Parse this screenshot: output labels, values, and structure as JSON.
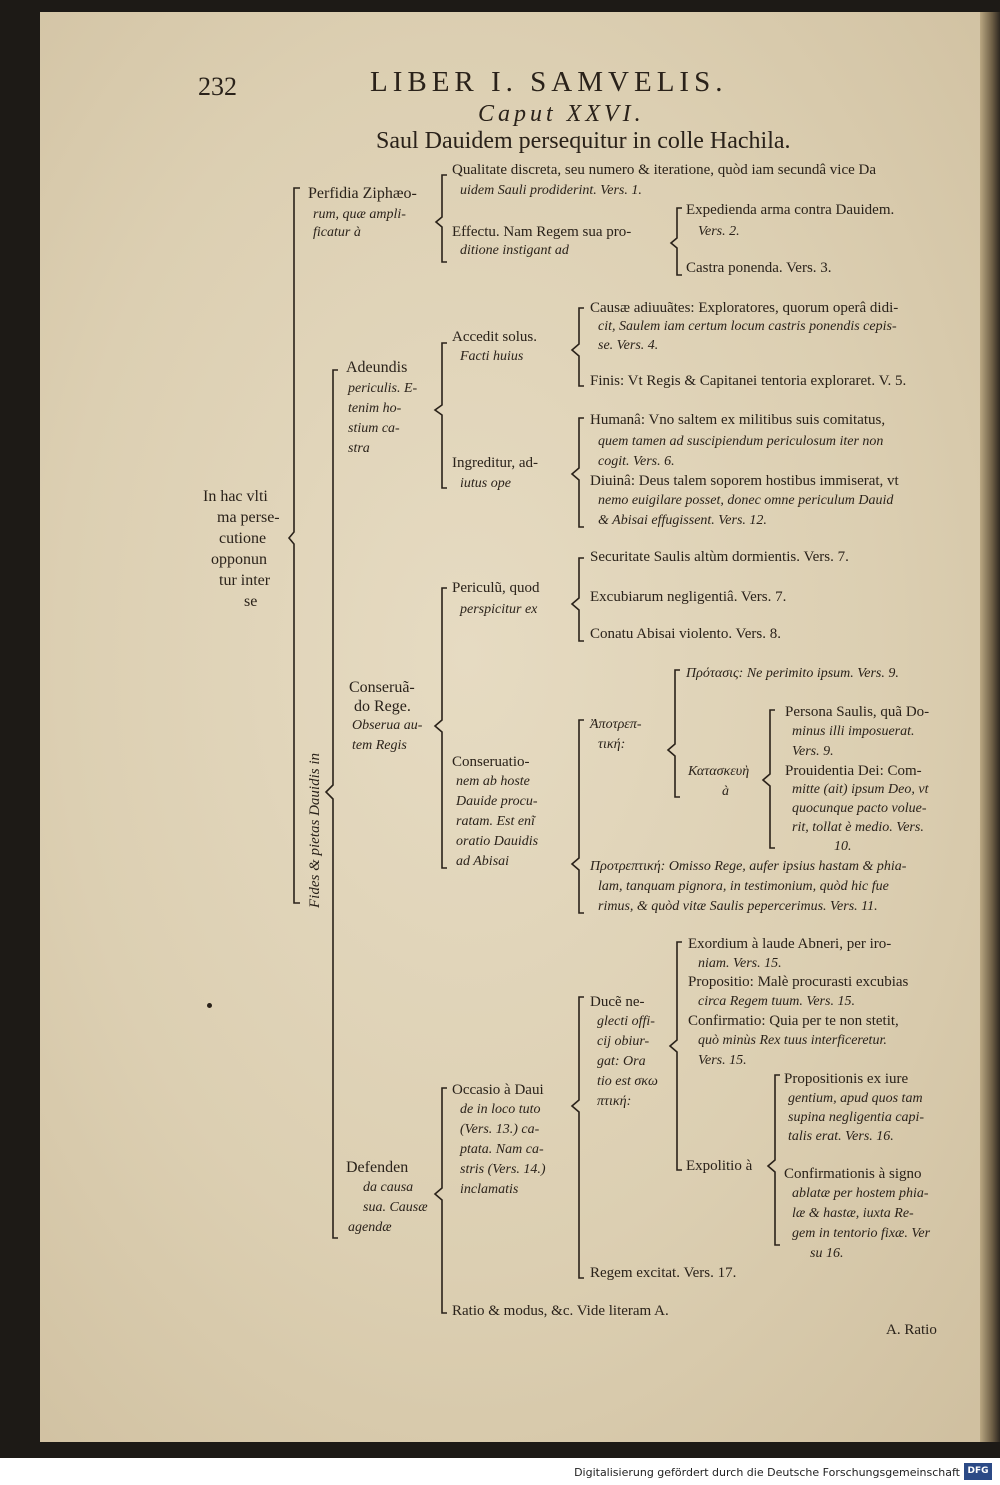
{
  "header": {
    "page_number": "232",
    "running_title": "LIBER I. SAMVELIS.",
    "chapter": "Caput XXVI.",
    "summary": "Saul Dauidem persequitur in colle Hachila."
  },
  "root": [
    "In hac vlti",
    "ma perse-",
    "cutione",
    "opponun",
    "tur inter",
    "se"
  ],
  "side_label": "Fides & pietas Dauidis in",
  "perfidia": {
    "label": [
      "Perfidia Ziphæo-",
      "rum, quæ ampli-",
      "ficatur à"
    ],
    "qualitate": [
      "Qualitate discreta, seu numero & iteratione, quòd iam secundâ vice Da",
      "uidem Sauli prodiderint. Vers. 1."
    ],
    "effectu": [
      "Effectu. Nam Regem sua pro-",
      "ditione instigant ad"
    ],
    "expedienda": [
      "Expedienda arma contra Dauidem.",
      "Vers. 2."
    ],
    "castra": "Castra ponenda. Vers. 3."
  },
  "adeundis": {
    "label": [
      "Adeundis",
      "periculis. E-",
      "tenim ho-",
      "stium ca-",
      "stra"
    ],
    "accedit": [
      "Accedit solus.",
      "Facti huius"
    ],
    "causae": [
      "Causæ adiuuãtes: Exploratores, quorum operâ didi-",
      "cit, Saulem iam certum locum castris ponendis cepis-",
      "se. Vers. 4."
    ],
    "finis": "Finis: Vt Regis & Capitanei tentoria exploraret. V. 5.",
    "ingreditur": [
      "Ingreditur, ad-",
      "iutus ope"
    ],
    "humana": [
      "Humanâ: Vno saltem ex militibus suis comitatus,",
      "quem tamen ad suscipiendum periculosum iter non",
      "cogit. Vers. 6."
    ],
    "diuina": [
      "Diuinâ: Deus talem soporem hostibus immiserat, vt",
      "nemo euigilare posset, donec omne periculum Dauid",
      "& Abisai effugissent. Vers. 12."
    ]
  },
  "conseruando": {
    "label": [
      "Conseruã-",
      "do Rege.",
      "Obserua au-",
      "tem Regis"
    ],
    "periculu": [
      "Periculũ, quod",
      "perspicitur ex"
    ],
    "securitate": "Securitate Saulis altùm dormientis. Vers. 7.",
    "excubiarum": "Excubiarum negligentiâ. Vers. 7.",
    "conatu": "Conatu Abisai violento. Vers. 8.",
    "conseruationem": [
      "Conseruatio-",
      "nem ab hoste",
      "Dauide procu-",
      "ratam. Est enĩ",
      "oratio Dauidis",
      "ad Abisai"
    ],
    "apotrope": [
      "Ἀποτρεπ-",
      "τική:"
    ],
    "protasis": "Πρότασις: Ne perimito ipsum. Vers. 9.",
    "kataskeue": [
      "Κατασκευὴ",
      "à"
    ],
    "persona": [
      "Persona Saulis, quã Do-",
      "minus illi imposuerat.",
      "Vers. 9."
    ],
    "prouidentia": [
      "Prouidentia Dei: Com-",
      "mitte (ait) ipsum Deo, vt",
      "quocunque pacto volue-",
      "rit, tollat è medio. Vers.",
      "10."
    ],
    "protreptike": [
      "Προτρεπτική: Omisso Rege, aufer ipsius hastam & phia-",
      "lam, tanquam pignora, in testimonium, quòd hic fue",
      "rimus, & quòd vitæ Saulis pepercerimus. Vers. 11."
    ]
  },
  "defendenda": {
    "label": [
      "Defenden",
      "da causa",
      "sua. Causæ",
      "agendæ"
    ],
    "occasio": [
      "Occasio à Daui",
      "de in loco tuto",
      "(Vers. 13.) ca-",
      "ptata. Nam ca-",
      "stris (Vers. 14.)",
      "inclamatis"
    ],
    "duce": [
      "Ducẽ ne-",
      "glecti offi-",
      "cij obiur-",
      "gat: Ora",
      "tio est σκω",
      "πτική:"
    ],
    "exordium": [
      "Exordium à laude Abneri, per iro-",
      "niam. Vers. 15."
    ],
    "propositio": [
      "Propositio: Malè procurasti excubias",
      "circa Regem tuum. Vers. 15."
    ],
    "confirmatio": [
      "Confirmatio: Quia per te non stetit,",
      "quò minùs Rex tuus interficeretur.",
      "Vers. 15."
    ],
    "expolitio": "Expolitio à",
    "propositionis": [
      "Propositionis ex iure",
      "gentium, apud quos tam",
      "supina negligentia capi-",
      "talis erat. Vers. 16."
    ],
    "confirmationis": [
      "Confirmationis à signo",
      "ablatæ per hostem phia-",
      "læ & hastæ, iuxta Re-",
      "gem in tentorio fixæ. Ver",
      "su 16."
    ],
    "regem": "Regem excitat. Vers. 17.",
    "ratio": "Ratio & modus, &c. Vide literam A."
  },
  "catchword": "A. Ratio",
  "footer": {
    "credit": "Digitalisierung gefördert durch die Deutsche Forschungsgemeinschaft",
    "logo": "DFG"
  }
}
